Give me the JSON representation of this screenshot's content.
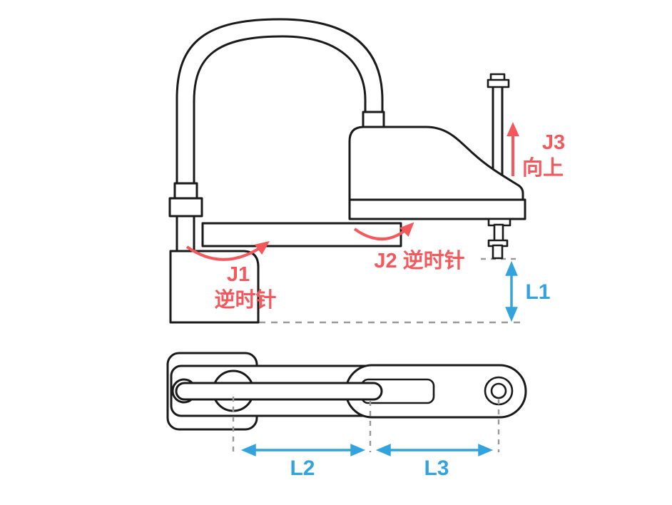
{
  "colors": {
    "outline": "#1a1a1a",
    "rotation_red": "#f4585c",
    "dimension_blue": "#33a3dd",
    "guide_gray": "#999999",
    "background": "#ffffff"
  },
  "side_view": {
    "j1": {
      "name": "J1",
      "direction": "逆时针"
    },
    "j2": {
      "label": "J2 逆时针"
    },
    "j3": {
      "name": "J3",
      "direction": "向上"
    },
    "l1": {
      "label": "L1"
    }
  },
  "top_view": {
    "l2": {
      "label": "L2"
    },
    "l3": {
      "label": "L3"
    }
  }
}
